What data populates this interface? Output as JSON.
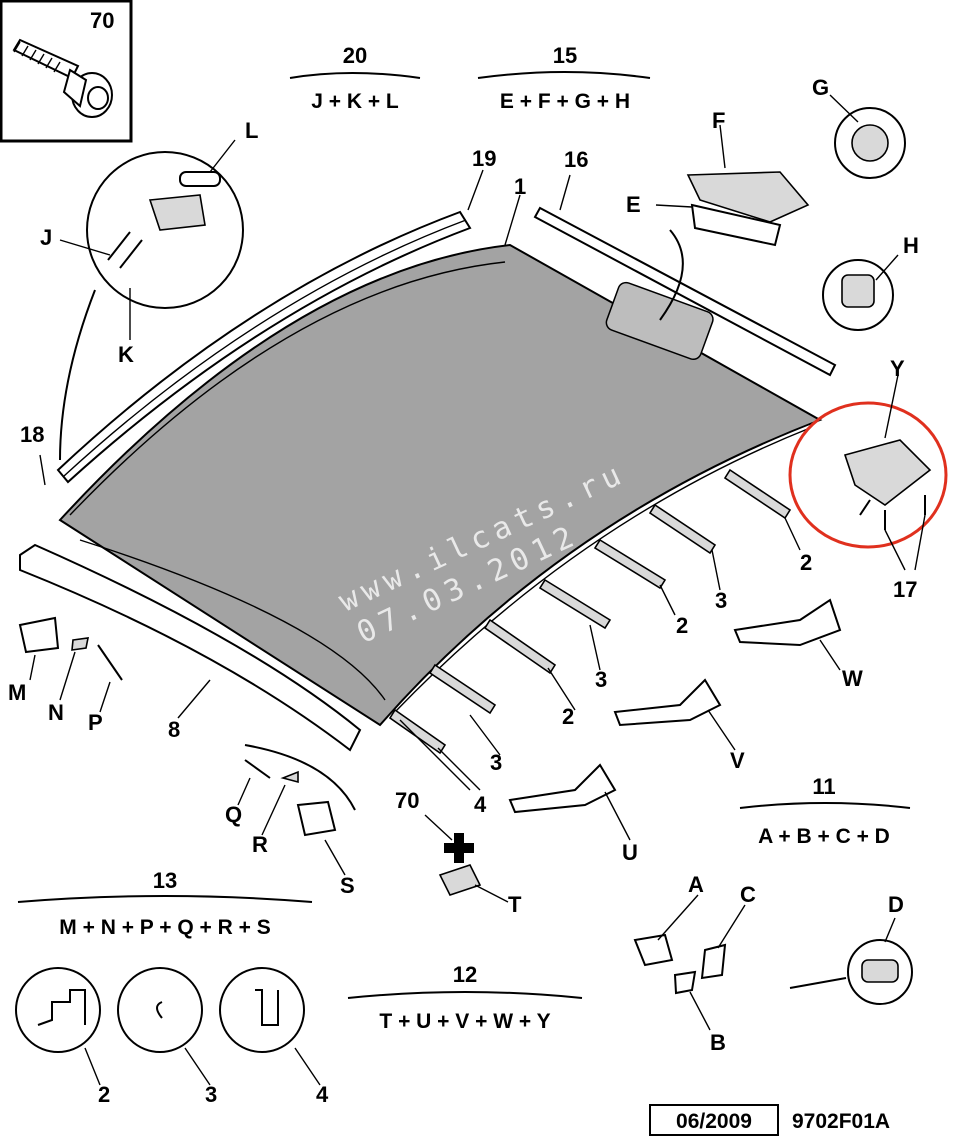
{
  "callouts": {
    "p70_box": "70",
    "p20": "20",
    "p20_formula": "J + K + L",
    "p15": "15",
    "p15_formula": "E + F + G + H",
    "L": "L",
    "J": "J",
    "K": "K",
    "G": "G",
    "F": "F",
    "E": "E",
    "H": "H",
    "p19": "19",
    "p1": "1",
    "p16": "16",
    "p18": "18",
    "Y": "Y",
    "p17": "17",
    "p2a": "2",
    "p2b": "2",
    "p2c": "2",
    "p3a": "3",
    "p3b": "3",
    "p3c": "3",
    "p4": "4",
    "p8": "8",
    "M": "M",
    "N": "N",
    "P": "P",
    "W": "W",
    "V": "V",
    "U": "U",
    "Q": "Q",
    "R": "R",
    "S": "S",
    "T": "T",
    "p70_small": "70",
    "p11": "11",
    "p11_formula": "A + B + C + D",
    "p13": "13",
    "p13_formula": "M + N + P + Q + R + S",
    "p12": "12",
    "p12_formula": "T + U + V + W + Y",
    "A": "A",
    "B": "B",
    "C": "C",
    "D": "D",
    "sec2": "2",
    "sec3": "3",
    "sec4": "4"
  },
  "footer": {
    "date": "06/2009",
    "ref": "9702F01A"
  },
  "watermark": {
    "line1": "www.ilcats.ru",
    "line2": "07.03.2012"
  },
  "colors": {
    "roof_panel": "#a3a3a3",
    "highlight_circle": "#e0301e",
    "ink": "#000000"
  }
}
